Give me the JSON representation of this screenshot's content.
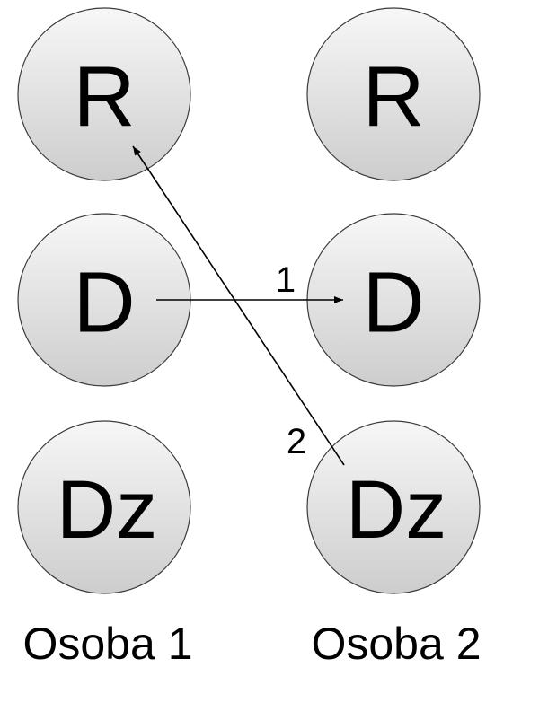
{
  "columns": [
    {
      "label": "Osoba 1"
    },
    {
      "label": "Osoba 2"
    }
  ],
  "nodes": {
    "p1_r": "R",
    "p1_d": "D",
    "p1_dz": "Dz",
    "p2_r": "R",
    "p2_d": "D",
    "p2_dz": "Dz"
  },
  "edges": [
    {
      "label": "1",
      "from": "p1_d",
      "to": "p2_d"
    },
    {
      "label": "2",
      "from": "p2_dz",
      "to": "p1_r"
    }
  ],
  "colors": {
    "node_fill_light": "#f7f7f7",
    "node_fill_dark": "#cdcdcd",
    "node_stroke": "#3a3a3a",
    "line": "#000000"
  }
}
